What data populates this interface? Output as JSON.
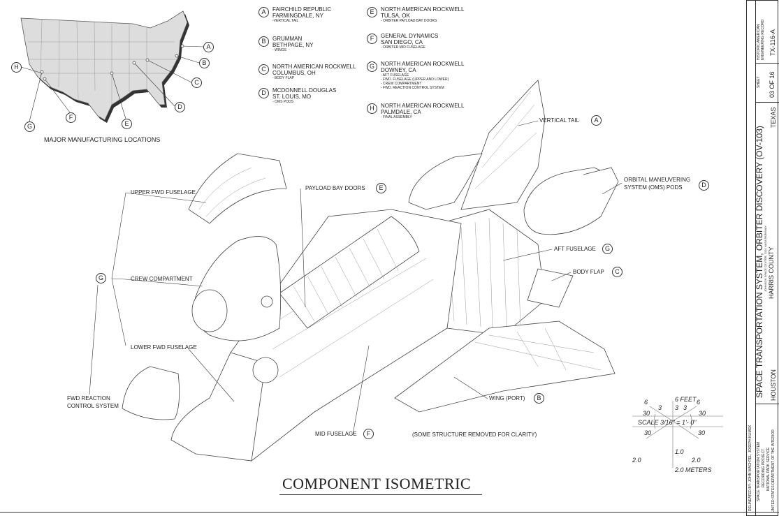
{
  "map": {
    "caption": "MAJOR MANUFACTURING LOCATIONS",
    "markers": [
      "A",
      "B",
      "C",
      "D",
      "E",
      "F",
      "G",
      "H"
    ]
  },
  "legend": [
    {
      "key": "A",
      "company": "FAIRCHILD REPUBLIC",
      "location": "FARMINGDALE, NY",
      "items": [
        "-VERTICAL TAIL"
      ]
    },
    {
      "key": "B",
      "company": "GRUMMAN",
      "location": "BETHPAGE, NY",
      "items": [
        "- WINGS"
      ]
    },
    {
      "key": "C",
      "company": "NORTH AMERICAN ROCKWELL",
      "location": "COLUMBUS, OH",
      "items": [
        "- BODY FLAP"
      ]
    },
    {
      "key": "D",
      "company": "MCDONNELL DOUGLAS",
      "location": "ST. LOUIS, MO",
      "items": [
        "- OMS PODS"
      ]
    },
    {
      "key": "E",
      "company": "NORTH AMERICAN ROCKWELL",
      "location": "TULSA, OK",
      "items": [
        "- ORBITER PAYLOAD BAY DOORS"
      ]
    },
    {
      "key": "F",
      "company": "GENERAL DYNAMICS",
      "location": "SAN DIEGO, CA",
      "items": [
        "- ORBITER MID FUSELAGE"
      ]
    },
    {
      "key": "G",
      "company": "NORTH AMERICAN ROCKWELL",
      "location": "DOWNEY, CA",
      "items": [
        "- AFT FUSELAGE",
        "- FWD. FUSELAGE (UPPER AND LOWER)",
        "- CREW COMPARTMENT",
        "- FWD. REACTION CONTROL SYSTEM"
      ]
    },
    {
      "key": "H",
      "company": "NORTH AMERICAN ROCKWELL",
      "location": "PALMDALE, CA",
      "items": [
        "- FINAL ASSEMBLY"
      ]
    }
  ],
  "components": {
    "vertical_tail": {
      "label": "VERTICAL TAIL",
      "key": "A"
    },
    "oms_pods": {
      "label1": "ORBITAL MANEUVERING",
      "label2": "SYSTEM (OMS) PODS",
      "key": "D"
    },
    "aft_fuselage": {
      "label": "AFT FUSELAGE",
      "key": "G"
    },
    "body_flap": {
      "label": "BODY FLAP",
      "key": "C"
    },
    "wing": {
      "label": "WING (PORT)",
      "key": "B"
    },
    "mid_fuselage": {
      "label": "MID FUSELAGE",
      "key": "F"
    },
    "payload_bay_doors": {
      "label": "PAYLOAD BAY DOORS",
      "key": "E"
    },
    "upper_fwd_fuselage": {
      "label": "UPPER FWD FUSELAGE"
    },
    "crew_compartment": {
      "label": "CREW COMPARTMENT"
    },
    "lower_fwd_fuselage": {
      "label": "LOWER FWD FUSELAGE"
    },
    "fwd_rcs": {
      "label1": "FWD REACTION",
      "label2": "CONTROL SYSTEM"
    },
    "group_key": "G"
  },
  "note": "(SOME STRUCTURE REMOVED FOR CLARITY)",
  "scale": {
    "feet": "6 FEET",
    "meters": "2.0 METERS",
    "text": "SCALE  3/16\" = 1'- 0\"",
    "ft_ticks": [
      "6",
      "3",
      "3",
      "3",
      "6"
    ],
    "m_ticks": [
      "2.0",
      "1.0",
      "2.0"
    ],
    "angles": [
      "30",
      "30",
      "30",
      "30"
    ]
  },
  "drawing_title": "COMPONENT ISOMETRIC",
  "title_block": {
    "delineated": "DELINEATED BY:  JOHN WACHTEL, JOSEPH KLIMEK",
    "agency": [
      "SPACE TRANSPORTATION SYSTEM",
      "RECORDING PROJECT",
      "NATIONAL PARK SERVICE",
      "UNITED STATES DEPARTMENT OF THE INTERIOR"
    ],
    "main_title": "SPACE TRANSPORTATION SYSTEM, ORBITER DISCOVERY (OV-103)",
    "address": "JOHNSON SPACE CENTER, 2101 NASA PARKWAY",
    "city": "HOUSTON",
    "county": "HARRIS COUNTY",
    "state": "TEXAS",
    "sheet_label": "SHEET",
    "sheet": "03 OF 16",
    "record": "HISTORIC AMERICAN ENGINEERING RECORD",
    "record_id": "TX-116-A"
  }
}
